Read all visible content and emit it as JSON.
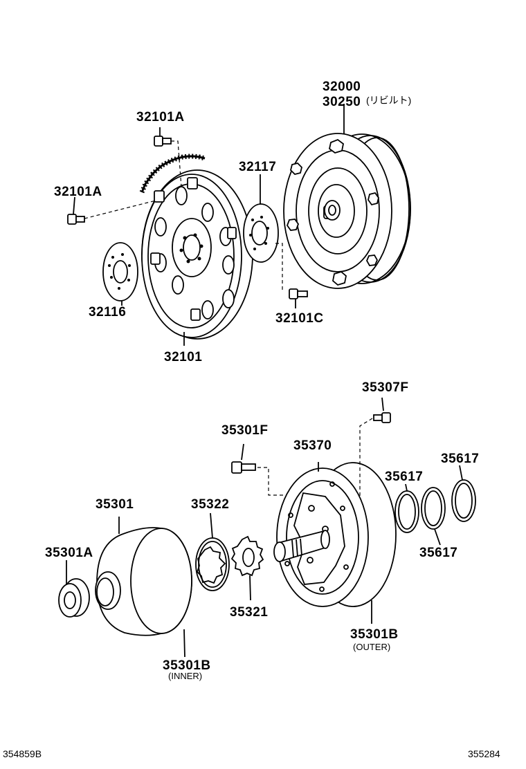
{
  "parts": {
    "p32000": "32000",
    "p30250": "30250",
    "p30250_note": "(リビルト)",
    "p32101A_top": "32101A",
    "p32101A_left": "32101A",
    "p32117": "32117",
    "p32116": "32116",
    "p32101C": "32101C",
    "p32101": "32101",
    "p35307F": "35307F",
    "p35301F": "35301F",
    "p35370": "35370",
    "p35617_a": "35617",
    "p35617_b": "35617",
    "p35617_c": "35617",
    "p35301": "35301",
    "p35322": "35322",
    "p35301A": "35301A",
    "p35321": "35321",
    "p35301B_outer": "35301B",
    "p35301B_outer_note": "(OUTER)",
    "p35301B_inner": "35301B",
    "p35301B_inner_note": "(INNER)"
  },
  "footer": {
    "left_code": "354859B",
    "right_code": "355284"
  }
}
